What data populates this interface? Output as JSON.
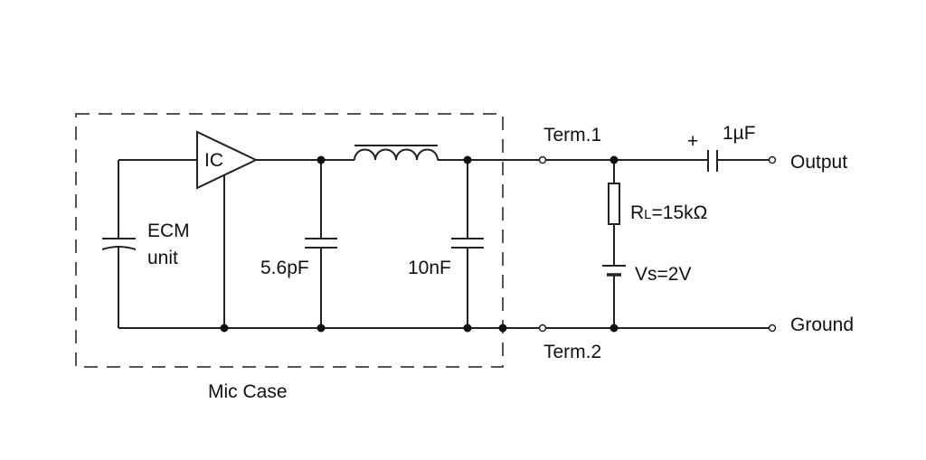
{
  "labels": {
    "ic": "IC",
    "ecm_line1": "ECM",
    "ecm_line2": "unit",
    "cap_56pf": "5.6pF",
    "cap_10nf": "10nF",
    "term1": "Term.1",
    "term2": "Term.2",
    "cap_1uf": "1µF",
    "plus": "+",
    "output": "Output",
    "rl_main": "R",
    "rl_sub": "L",
    "rl_value": "=15kΩ",
    "vs": "Vs=2V",
    "ground": "Ground",
    "mic_case": "Mic Case"
  }
}
